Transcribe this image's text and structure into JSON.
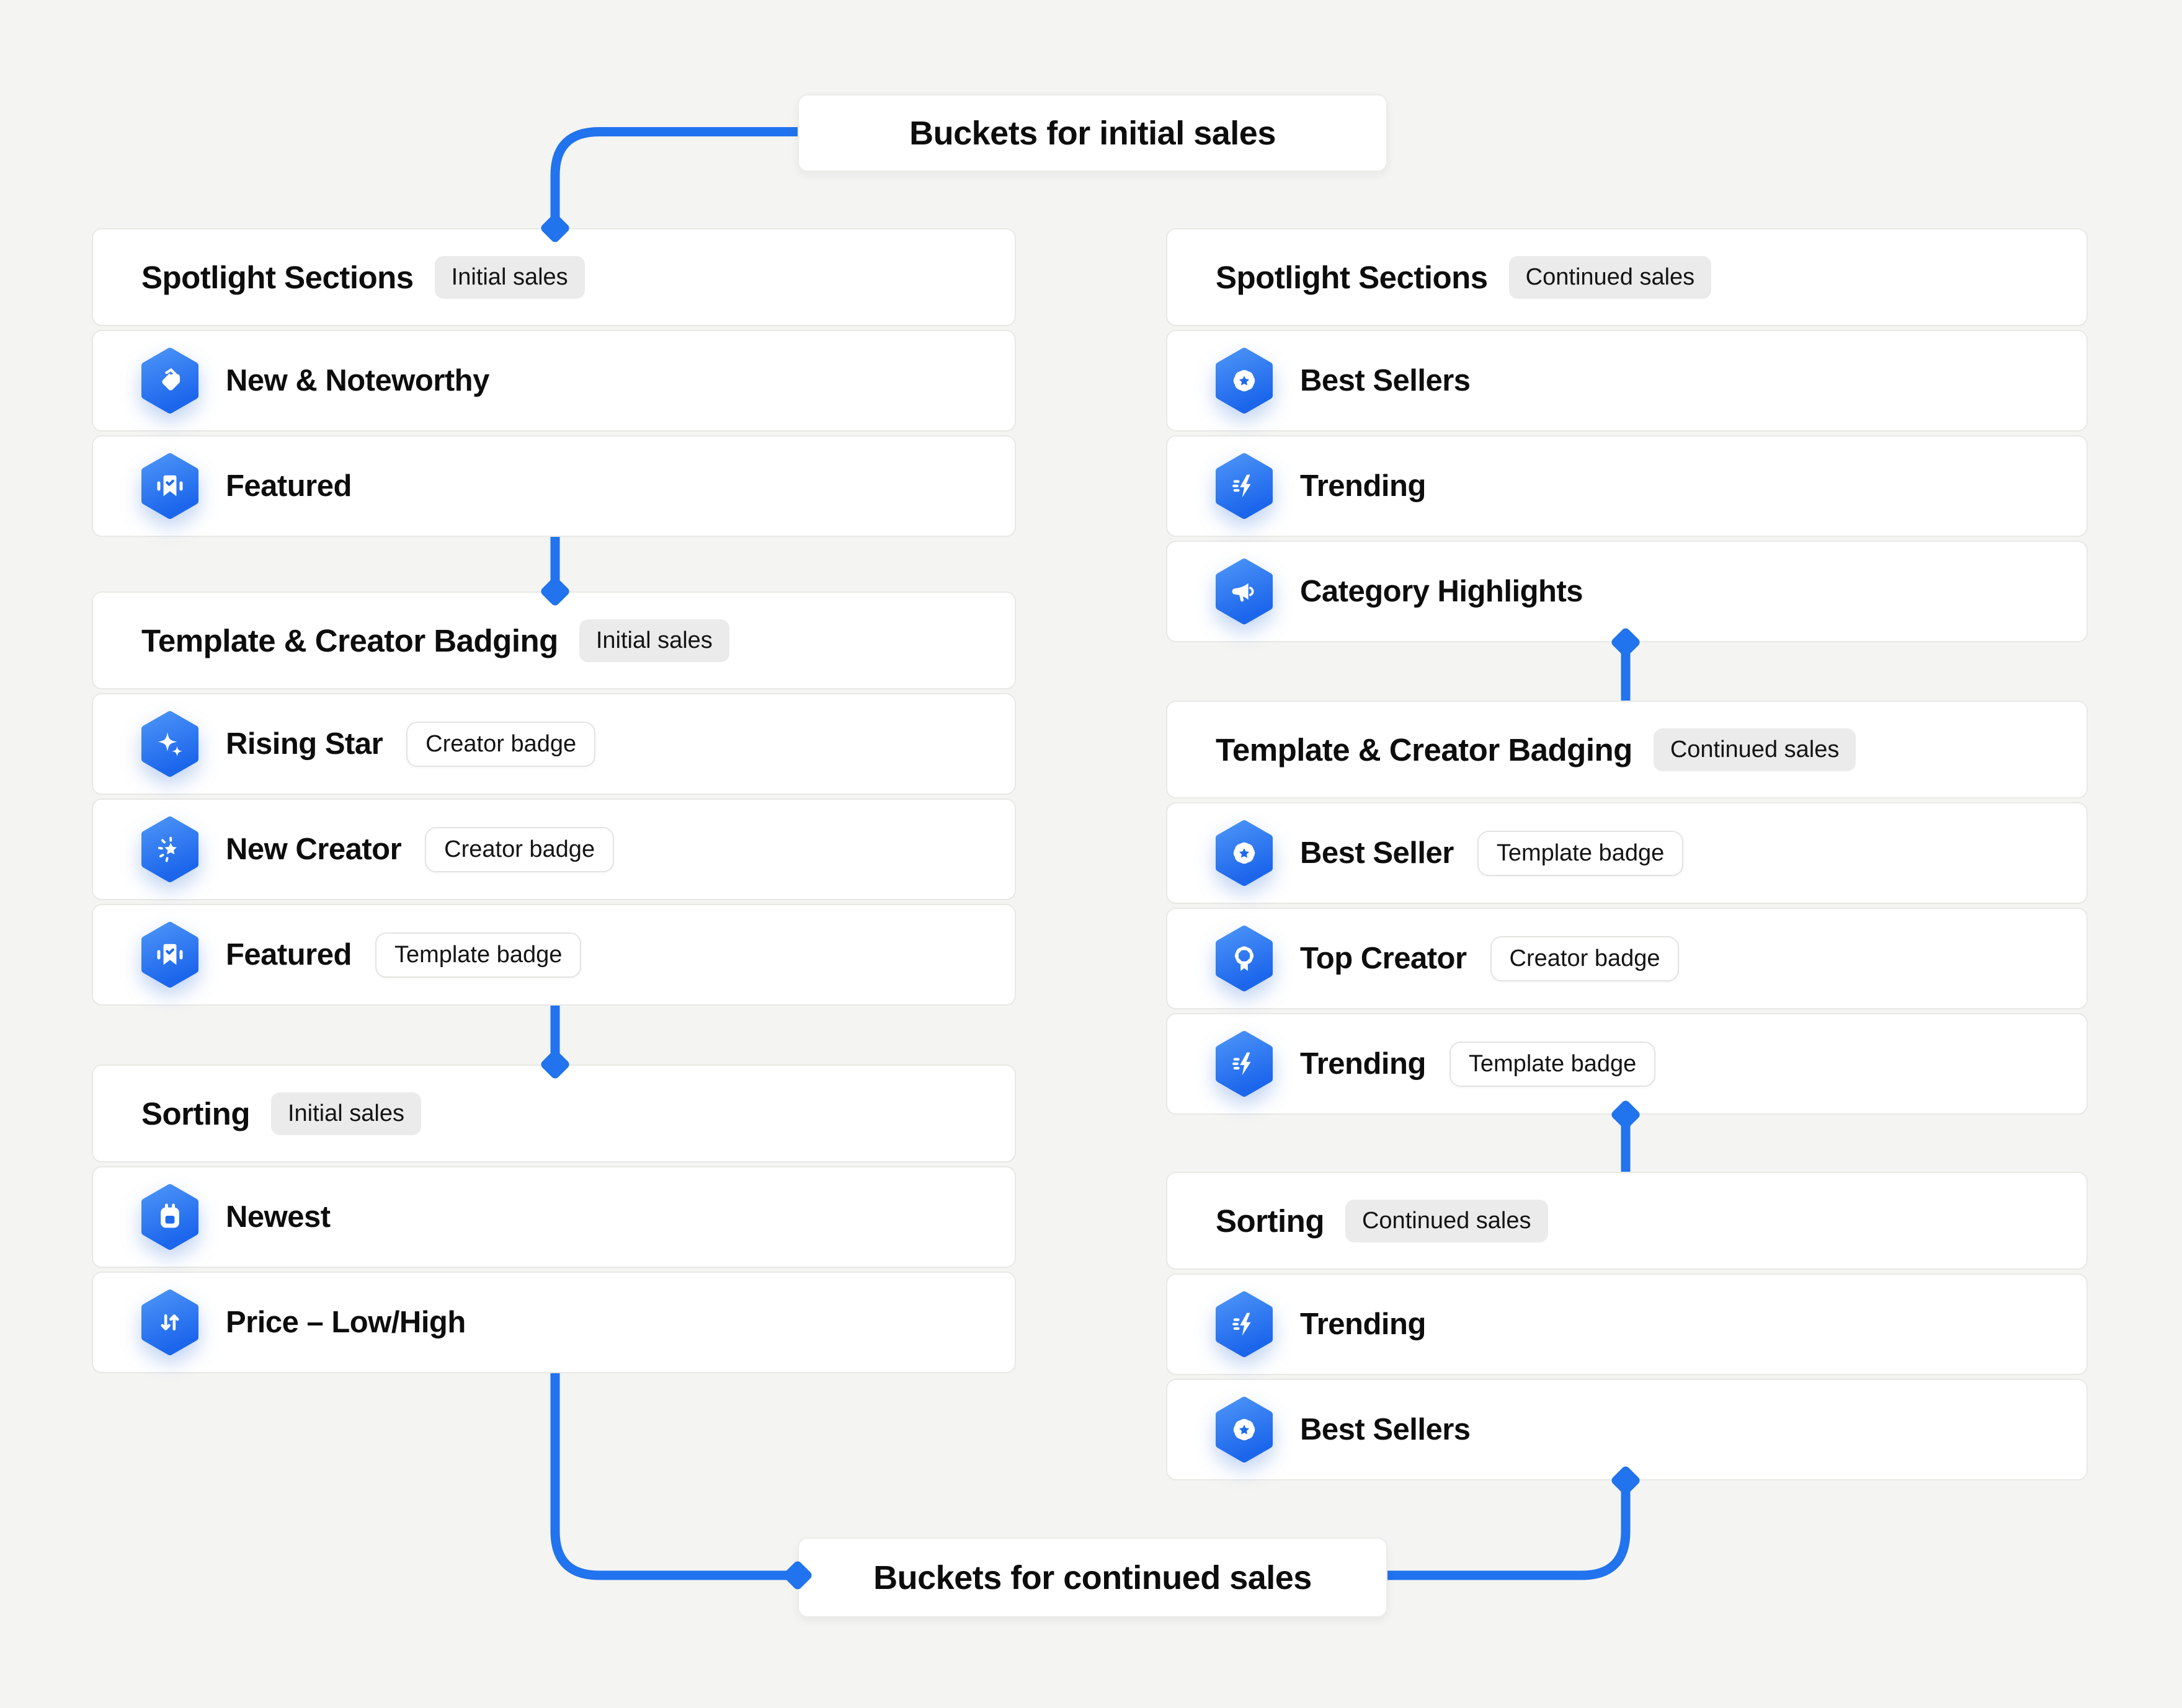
{
  "page": {
    "background_color": "#f4f4f2",
    "accent_color": "#2173ee",
    "hex_gradient": [
      "#4b93f7",
      "#1c66ec"
    ]
  },
  "top_node": {
    "label": "Buckets for initial sales"
  },
  "bottom_node": {
    "label": "Buckets for continued sales"
  },
  "cards": [
    {
      "title": "Spotlight Sections",
      "tag": "Initial sales",
      "rows": [
        {
          "icon": "tag-icon",
          "label": "New & Noteworthy"
        },
        {
          "icon": "featured-bookmark-icon",
          "label": "Featured"
        }
      ]
    },
    {
      "title": "Template & Creator Badging",
      "tag": "Initial sales",
      "rows": [
        {
          "icon": "sparkles-icon",
          "label": "Rising Star",
          "badge": "Creator badge"
        },
        {
          "icon": "star-burst-icon",
          "label": "New Creator",
          "badge": "Creator badge"
        },
        {
          "icon": "featured-bookmark-icon",
          "label": "Featured",
          "badge": "Template badge"
        }
      ]
    },
    {
      "title": "Sorting",
      "tag": "Initial sales",
      "rows": [
        {
          "icon": "calendar-icon",
          "label": "Newest"
        },
        {
          "icon": "price-sort-arrows-icon",
          "label": "Price – Low/High"
        }
      ]
    },
    {
      "title": "Spotlight Sections",
      "tag": "Continued sales",
      "rows": [
        {
          "icon": "seal-star-icon",
          "label": "Best Sellers"
        },
        {
          "icon": "trending-bolt-icon",
          "label": "Trending"
        },
        {
          "icon": "megaphone-icon",
          "label": "Category Highlights"
        }
      ]
    },
    {
      "title": "Template & Creator Badging",
      "tag": "Continued sales",
      "rows": [
        {
          "icon": "seal-star-icon",
          "label": "Best Seller",
          "badge": "Template badge"
        },
        {
          "icon": "award-ribbon-icon",
          "label": "Top Creator",
          "badge": "Creator badge"
        },
        {
          "icon": "trending-bolt-icon",
          "label": "Trending",
          "badge": "Template badge"
        }
      ]
    },
    {
      "title": "Sorting",
      "tag": "Continued sales",
      "rows": [
        {
          "icon": "trending-bolt-icon",
          "label": "Trending"
        },
        {
          "icon": "seal-star-icon",
          "label": "Best Sellers"
        }
      ]
    }
  ]
}
